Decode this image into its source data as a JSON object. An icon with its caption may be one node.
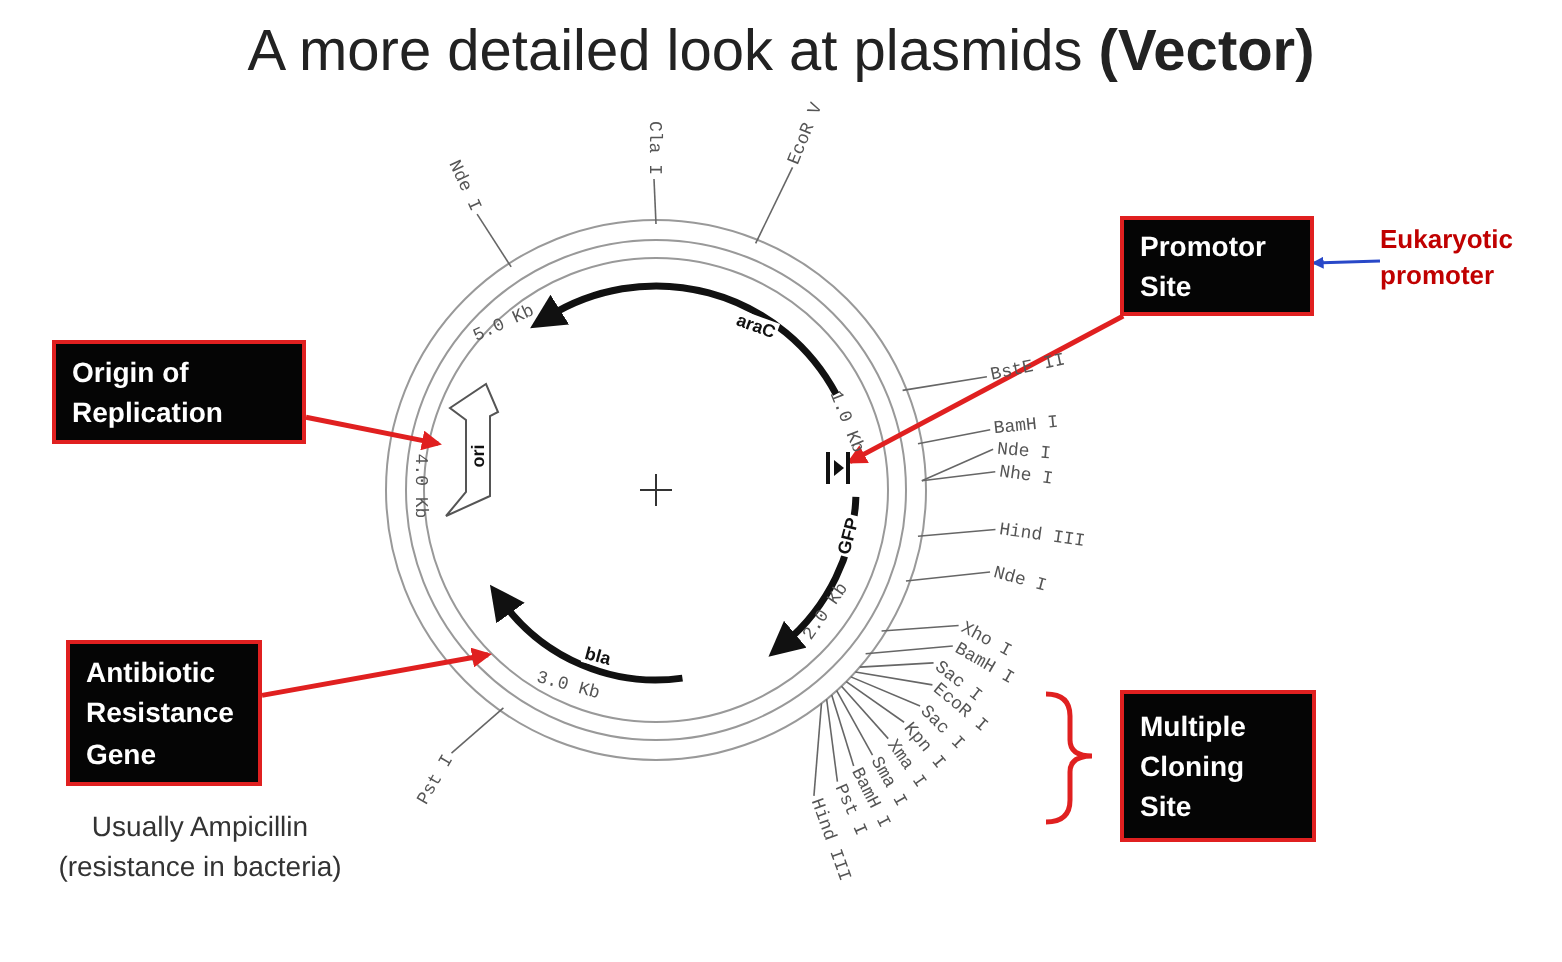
{
  "diagram": {
    "title": "A more detailed look at plasmids **(Vector)**",
    "nodes": [
      {
        "text": [
          "Origin of Replication"
        ]
      },
      {
        "text": [
          "Promotor Site"
        ]
      },
      {
        "text": [
          "Eukaryotic promoter"
        ]
      },
      {
        "text": [
          "Antibiotic Resistance Gene"
        ],
        "beside": [
          "Usually Ampicillin (resistance in bacteria)"
        ]
      },
      {
        "text": [
          "Multiple Cloning Site"
        ]
      },
      {
        "text": [
          "ori"
        ]
      },
      {
        "text": [],
        "shape": "bar"
      },
      {
        "text": [
          "bla"
        ]
      },
      {
        "text": [
          "Nde I"
        ]
      },
      {
        "text": [
          "Cla I"
        ]
      },
      {
        "text": [
          "EcoR V"
        ]
      },
      {
        "text": [
          "BstE II"
        ]
      },
      {
        "text": [
          "BamH I"
        ]
      },
      {
        "text": [
          "Nde I"
        ]
      },
      {
        "text": [
          "Nhe I"
        ]
      },
      {
        "text": [
          "Hind III"
        ]
      },
      {
        "text": [
          "Nde I"
        ]
      },
      {
        "text": [
          "Xho I"
        ]
      },
      {
        "text": [
          "BamH I"
        ]
      },
      {
        "text": [
          "Sac I"
        ]
      },
      {
        "text": [
          "EcoR I"
        ]
      },
      {
        "text": [
          "Sac I"
        ]
      },
      {
        "text": [
          "Kpn I"
        ]
      },
      {
        "text": [
          "Xma I"
        ]
      },
      {
        "text": [
          "Sma I"
        ]
      },
      {
        "text": [
          "BamH I"
        ]
      },
      {
        "text": [
          "Pst I"
        ]
      },
      {
        "text": [
          "Hind III"
        ]
      },
      {
        "text": [
          "Pst I"
        ]
      }
    ],
    "edges": [
      {
        "from": 0,
        "to": 5,
        "arrow": "to",
        "style": "thick",
        "color": "#e02020"
      },
      {
        "from": 2,
        "to": 1,
        "arrow": "to",
        "color": "#2848c8"
      },
      {
        "from": 1,
        "to": 6,
        "arrow": "to",
        "style": "thick",
        "color": "#e02020"
      },
      {
        "from": 3,
        "to": 7,
        "arrow": "to",
        "style": "thick",
        "color": "#e02020"
      },
      {
        "from": 8,
        "to": null,
        "arrow": "none"
      },
      {
        "from": 9,
        "to": null,
        "arrow": "none"
      },
      {
        "from": 10,
        "to": null,
        "arrow": "none"
      },
      {
        "from": 11,
        "to": null,
        "arrow": "none"
      },
      {
        "from": 12,
        "to": null,
        "arrow": "none"
      },
      {
        "from": 13,
        "to": null,
        "arrow": "none"
      },
      {
        "from": 14,
        "to": null,
        "arrow": "none"
      },
      {
        "from": 15,
        "to": null,
        "arrow": "none"
      },
      {
        "from": 16,
        "to": null,
        "arrow": "none"
      },
      {
        "from": 17,
        "to": null,
        "arrow": "none"
      },
      {
        "from": 18,
        "to": null,
        "arrow": "none"
      },
      {
        "from": 19,
        "to": null,
        "arrow": "none"
      },
      {
        "from": 20,
        "to": null,
        "arrow": "none"
      },
      {
        "from": 21,
        "to": null,
        "arrow": "none"
      },
      {
        "from": 22,
        "to": null,
        "arrow": "none"
      },
      {
        "from": 23,
        "to": null,
        "arrow": "none"
      },
      {
        "from": 24,
        "to": null,
        "arrow": "none"
      },
      {
        "from": 25,
        "to": null,
        "arrow": "none"
      },
      {
        "from": 26,
        "to": null,
        "arrow": "none"
      },
      {
        "from": 27,
        "to": null,
        "arrow": "none"
      },
      {
        "from": 28,
        "to": null,
        "arrow": "none"
      }
    ],
    "labels": [
      "5.0 Kb",
      "1.0 Kb",
      "4.0 Kb",
      "2.0 Kb",
      "3.0 Kb",
      "araC",
      "GFP"
    ]
  }
}
